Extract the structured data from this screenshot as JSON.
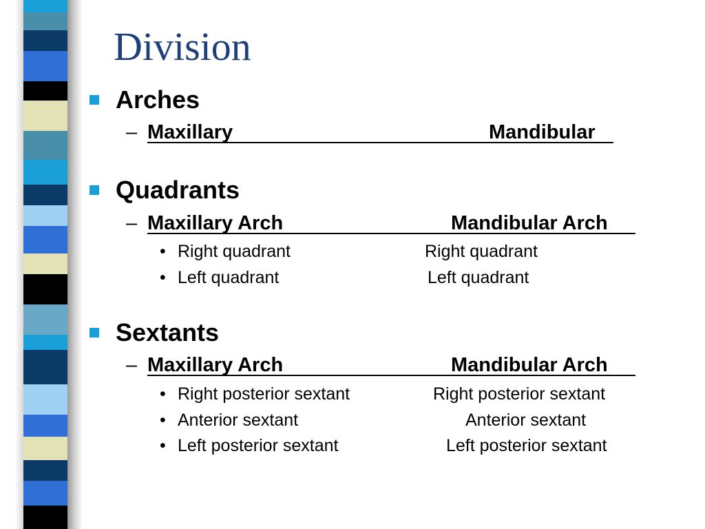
{
  "title": "Division",
  "sections": [
    {
      "heading": "Arches",
      "subheading": {
        "left": "Maxillary",
        "right": "Mandibular"
      },
      "items": []
    },
    {
      "heading": "Quadrants",
      "subheading": {
        "left": "Maxillary Arch",
        "right": "Mandibular Arch"
      },
      "items": [
        {
          "left": "Right quadrant",
          "right": "Right quadrant"
        },
        {
          "left": "Left quadrant",
          "right": "Left quadrant"
        }
      ]
    },
    {
      "heading": "Sextants",
      "subheading": {
        "left": "Maxillary Arch",
        "right": "Mandibular Arch"
      },
      "items": [
        {
          "left": "Right posterior sextant",
          "right": "Right posterior sextant"
        },
        {
          "left": "Anterior sextant",
          "right": "Anterior sextant"
        },
        {
          "left": "Left posterior sextant",
          "right": "Left posterior sextant"
        }
      ]
    }
  ],
  "theme": {
    "title_color": "#1e3f7a",
    "bullet_color": "#1a9fd6",
    "stripe_colors": [
      "#1a9fd6",
      "#4a8faa",
      "#0b3a66",
      "#2f6fd6",
      "#000000",
      "#e2e2b6",
      "#9fd2f2",
      "#6aa8c8"
    ]
  }
}
